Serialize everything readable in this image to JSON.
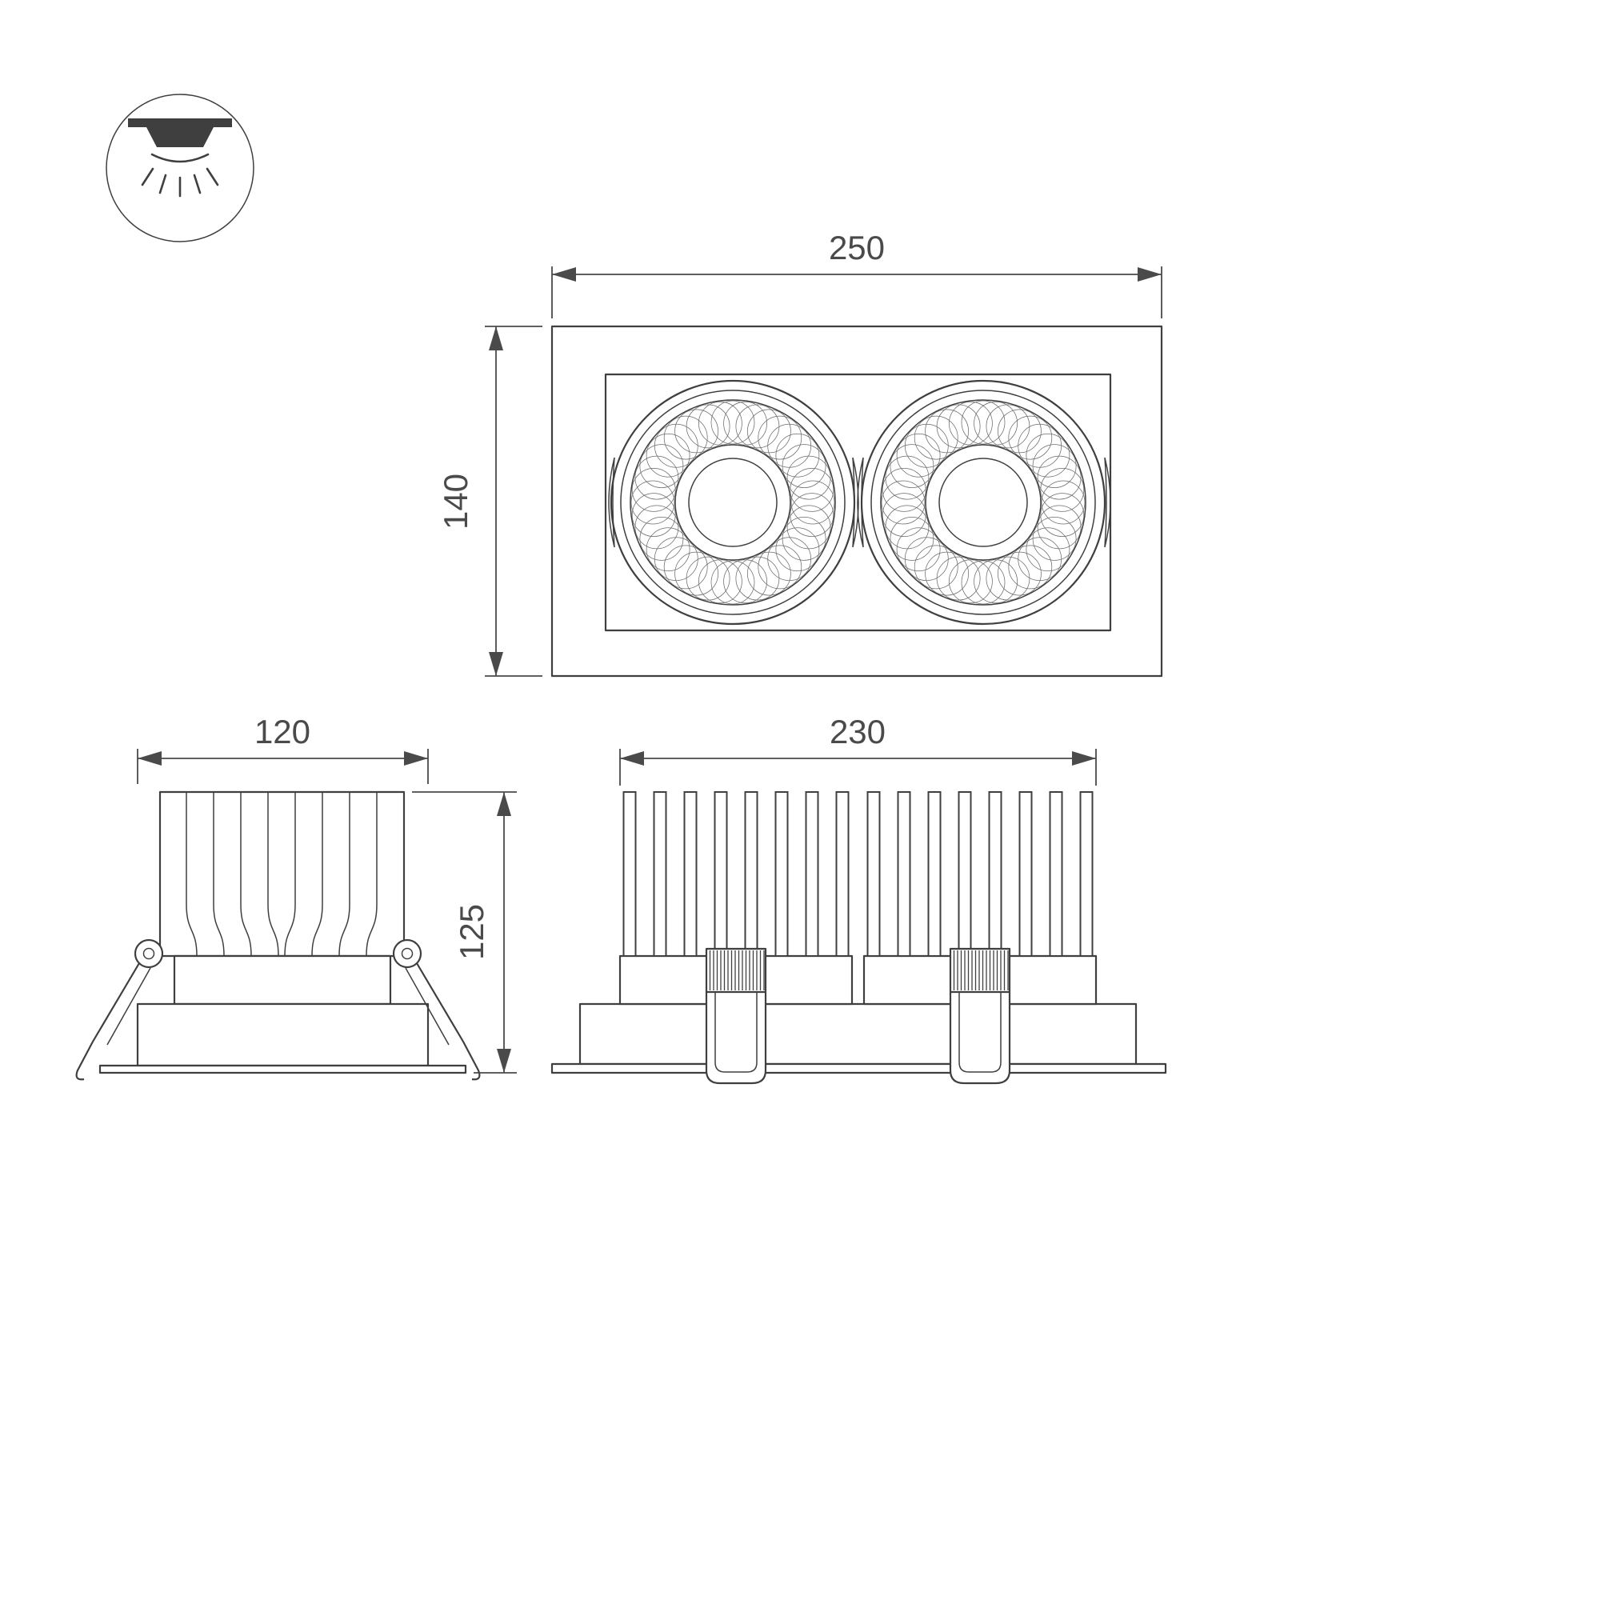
{
  "page": {
    "background": "#ffffff",
    "line_color": "#3f3f3f",
    "dim_color": "#4a4a4a"
  },
  "icon": {
    "name": "recessed-downlight"
  },
  "dimensions": {
    "front_width": "250",
    "front_height": "140",
    "side_width": "120",
    "side_height": "125",
    "profile_width": "230"
  }
}
